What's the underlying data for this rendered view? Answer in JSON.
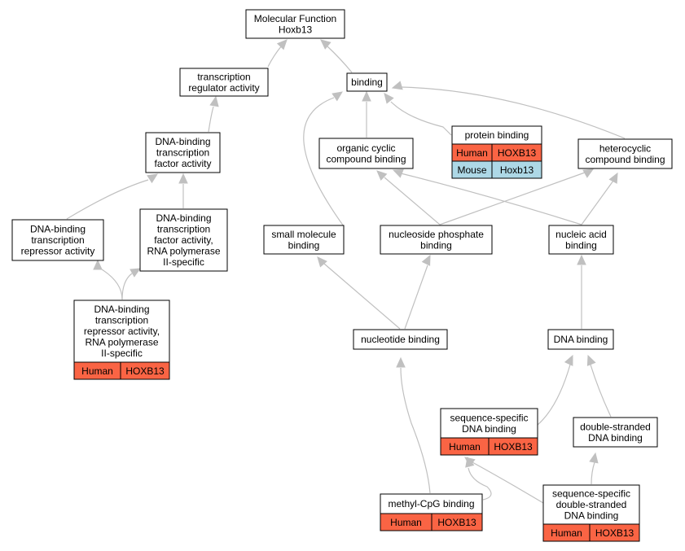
{
  "colors": {
    "human": "#fa6444",
    "mouse": "#add8e6",
    "edge": "#c0c0c0"
  },
  "nodes": {
    "mf": {
      "lines": [
        "Molecular Function",
        "Hoxb13"
      ]
    },
    "tra": {
      "lines": [
        "transcription",
        "regulator activity"
      ]
    },
    "dbtfa": {
      "lines": [
        "DNA-binding",
        "transcription",
        "factor activity"
      ]
    },
    "dbtra": {
      "lines": [
        "DNA-binding",
        "transcription",
        "repressor activity"
      ]
    },
    "dbtfa2": {
      "lines": [
        "DNA-binding",
        "transcription",
        "factor activity,",
        "RNA polymerase",
        "II-specific"
      ]
    },
    "dbtra2": {
      "lines": [
        "DNA-binding",
        "transcription",
        "repressor activity,",
        "RNA polymerase",
        "II-specific"
      ],
      "rows": [
        {
          "species": "Human",
          "gene": "HOXB13"
        }
      ]
    },
    "binding": {
      "lines": [
        "binding"
      ]
    },
    "pb": {
      "lines": [
        "protein binding"
      ],
      "rows": [
        {
          "species": "Human",
          "gene": "HOXB13"
        },
        {
          "species": "Mouse",
          "gene": "Hoxb13"
        }
      ]
    },
    "occb": {
      "lines": [
        "organic cyclic",
        "compound binding"
      ]
    },
    "hcb": {
      "lines": [
        "heterocyclic",
        "compound binding"
      ]
    },
    "smb": {
      "lines": [
        "small molecule",
        "binding"
      ]
    },
    "npb": {
      "lines": [
        "nucleoside phosphate",
        "binding"
      ]
    },
    "nab": {
      "lines": [
        "nucleic acid",
        "binding"
      ]
    },
    "ntb": {
      "lines": [
        "nucleotide binding"
      ]
    },
    "dnab": {
      "lines": [
        "DNA binding"
      ]
    },
    "ssdb": {
      "lines": [
        "sequence-specific",
        "DNA binding"
      ],
      "rows": [
        {
          "species": "Human",
          "gene": "HOXB13"
        }
      ]
    },
    "dsdb": {
      "lines": [
        "double-stranded",
        "DNA binding"
      ]
    },
    "mcpg": {
      "lines": [
        "methyl-CpG binding"
      ],
      "rows": [
        {
          "species": "Human",
          "gene": "HOXB13"
        }
      ]
    },
    "ssdsdb": {
      "lines": [
        "sequence-specific",
        "double-stranded",
        "DNA binding"
      ],
      "rows": [
        {
          "species": "Human",
          "gene": "HOXB13"
        }
      ]
    }
  }
}
